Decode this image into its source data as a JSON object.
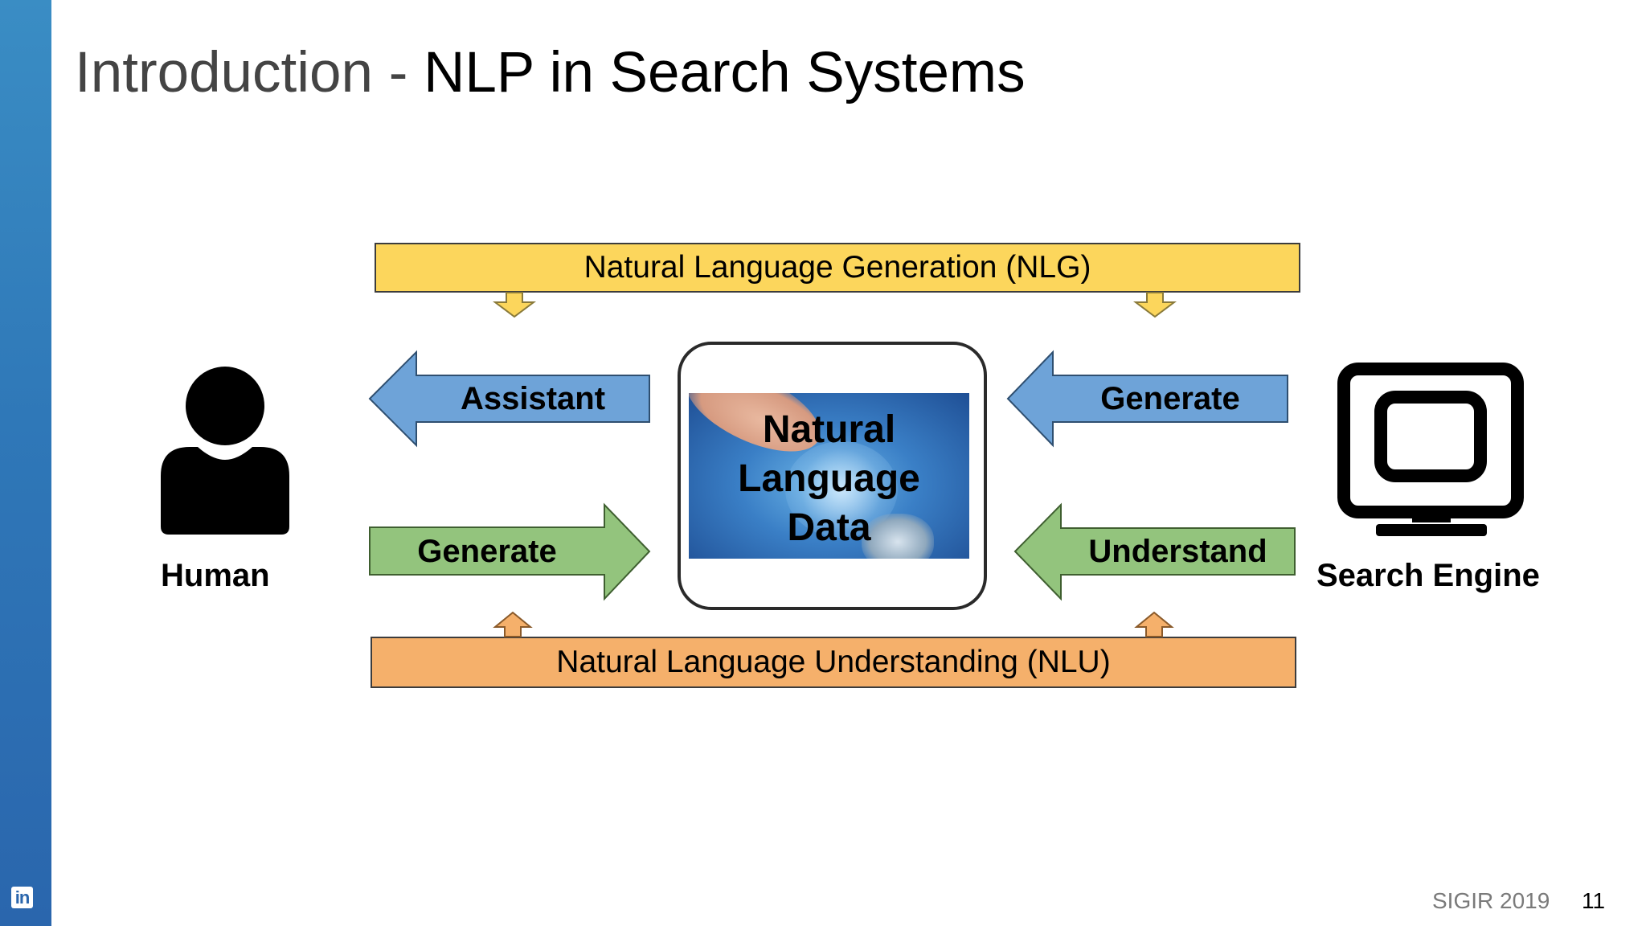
{
  "slide": {
    "title_part1": "Introduction - ",
    "title_part2": "NLP in Search Systems",
    "footer_conference": "SIGIR 2019",
    "page_number": "11",
    "logo_text": "in"
  },
  "diagram": {
    "nlg_bar": "Natural Language Generation (NLG)",
    "nlu_bar": "Natural Language Understanding (NLU)",
    "human_label": "Human",
    "search_engine_label": "Search Engine",
    "center_lines": [
      "Natural",
      "Language",
      "Data"
    ],
    "arrows": {
      "left_top": "Assistant",
      "left_bottom": "Generate",
      "right_top": "Generate",
      "right_bottom": "Understand"
    }
  },
  "colors": {
    "sidebar": "#2f78b8",
    "nlg_yellow": "#fcd65c",
    "nlu_orange": "#f5b06b",
    "arrow_blue": "#6ea3d8",
    "arrow_green": "#93c47d"
  },
  "icons": [
    "user-icon",
    "monitor-icon",
    "linkedin-icon"
  ]
}
